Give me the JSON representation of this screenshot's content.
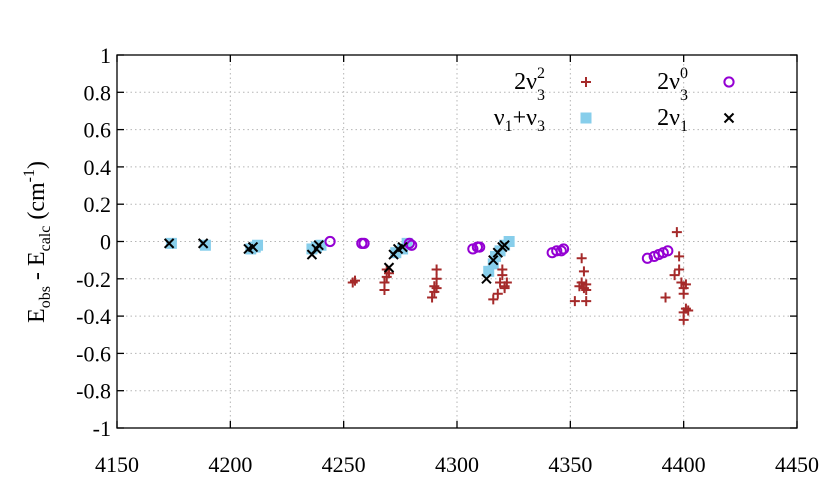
{
  "chart_data": {
    "type": "scatter",
    "title": "",
    "xlabel": "",
    "ylabel": "E_obs - E_calc (cm^-1)",
    "ylabel_parts": {
      "main": "E",
      "sub1": "obs",
      "dash": " - E",
      "sub2": "calc",
      "unit_open": " (cm",
      "unit_sup": "-1",
      "unit_close": ")"
    },
    "xlim": [
      4150,
      4450
    ],
    "ylim": [
      -1,
      1
    ],
    "xticks": [
      4150,
      4200,
      4250,
      4300,
      4350,
      4400,
      4450
    ],
    "yticks": [
      -1,
      -0.8,
      -0.6,
      -0.4,
      -0.2,
      0,
      0.2,
      0.4,
      0.6,
      0.8,
      1
    ],
    "xtick_labels": [
      "4150",
      "4200",
      "4250",
      "4300",
      "4350",
      "4400",
      "4450"
    ],
    "ytick_labels": [
      "-1",
      "-0.8",
      "-0.6",
      "-0.4",
      "-0.2",
      "0",
      "0.2",
      "0.4",
      "0.6",
      "0.8",
      "1"
    ],
    "grid": true,
    "legend_position": "top-right",
    "series": [
      {
        "name": "2ν3^2",
        "label_main": "2ν",
        "label_sub": "3",
        "label_sup": "2",
        "marker": "plus",
        "color": "#a52a2a",
        "points": [
          [
            4254,
            -0.22
          ],
          [
            4255,
            -0.21
          ],
          [
            4268,
            -0.26
          ],
          [
            4268,
            -0.22
          ],
          [
            4269,
            -0.19
          ],
          [
            4269,
            -0.15
          ],
          [
            4270,
            -0.17
          ],
          [
            4289,
            -0.3
          ],
          [
            4290,
            -0.27
          ],
          [
            4290,
            -0.24
          ],
          [
            4291,
            -0.2
          ],
          [
            4291,
            -0.15
          ],
          [
            4291,
            -0.25
          ],
          [
            4316,
            -0.31
          ],
          [
            4318,
            -0.28
          ],
          [
            4319,
            -0.22
          ],
          [
            4320,
            -0.18
          ],
          [
            4320,
            -0.15
          ],
          [
            4321,
            -0.25
          ],
          [
            4321,
            -0.24
          ],
          [
            4322,
            -0.22
          ],
          [
            4352,
            -0.32
          ],
          [
            4354,
            -0.24
          ],
          [
            4355,
            -0.09
          ],
          [
            4355,
            -0.22
          ],
          [
            4356,
            -0.16
          ],
          [
            4356,
            -0.25
          ],
          [
            4357,
            -0.26
          ],
          [
            4357,
            -0.32
          ],
          [
            4357,
            -0.23
          ],
          [
            4392,
            -0.3
          ],
          [
            4396,
            -0.18
          ],
          [
            4397,
            0.05
          ],
          [
            4398,
            -0.15
          ],
          [
            4398,
            -0.08
          ],
          [
            4399,
            -0.22
          ],
          [
            4400,
            -0.25
          ],
          [
            4400,
            -0.28
          ],
          [
            4400,
            -0.38
          ],
          [
            4400,
            -0.42
          ],
          [
            4401,
            -0.23
          ],
          [
            4401,
            -0.36
          ],
          [
            4402,
            -0.37
          ]
        ]
      },
      {
        "name": "2ν3^0",
        "label_main": "2ν",
        "label_sub": "3",
        "label_sup": "0",
        "marker": "circle",
        "color": "#9400d3",
        "points": [
          [
            4244,
            0.0
          ],
          [
            4258,
            -0.01
          ],
          [
            4259,
            -0.01
          ],
          [
            4279,
            -0.01
          ],
          [
            4280,
            -0.02
          ],
          [
            4307,
            -0.04
          ],
          [
            4309,
            -0.03
          ],
          [
            4310,
            -0.03
          ],
          [
            4342,
            -0.06
          ],
          [
            4344,
            -0.05
          ],
          [
            4346,
            -0.05
          ],
          [
            4347,
            -0.04
          ],
          [
            4384,
            -0.09
          ],
          [
            4387,
            -0.08
          ],
          [
            4389,
            -0.07
          ],
          [
            4391,
            -0.06
          ],
          [
            4393,
            -0.05
          ]
        ]
      },
      {
        "name": "ν1+ν3",
        "label_main": "ν",
        "label_sub": "1",
        "label_mid": "+ν",
        "label_sub2": "3",
        "marker": "square",
        "color": "#87ceeb",
        "points": [
          [
            4174,
            -0.01
          ],
          [
            4189,
            -0.02
          ],
          [
            4209,
            -0.04
          ],
          [
            4211,
            -0.03
          ],
          [
            4212,
            -0.02
          ],
          [
            4236,
            -0.04
          ],
          [
            4238,
            -0.03
          ],
          [
            4240,
            -0.02
          ],
          [
            4273,
            -0.06
          ],
          [
            4276,
            -0.04
          ],
          [
            4278,
            -0.01
          ],
          [
            4314,
            -0.16
          ],
          [
            4316,
            -0.12
          ],
          [
            4317,
            -0.08
          ],
          [
            4319,
            -0.05
          ],
          [
            4321,
            -0.02
          ],
          [
            4323,
            0.0
          ]
        ]
      },
      {
        "name": "2ν1",
        "label_main": "2ν",
        "label_sub": "1",
        "marker": "cross",
        "color": "#000000",
        "points": [
          [
            4173,
            -0.01
          ],
          [
            4188,
            -0.01
          ],
          [
            4208,
            -0.04
          ],
          [
            4210,
            -0.03
          ],
          [
            4236,
            -0.07
          ],
          [
            4238,
            -0.04
          ],
          [
            4239,
            -0.02
          ],
          [
            4270,
            -0.14
          ],
          [
            4272,
            -0.07
          ],
          [
            4274,
            -0.04
          ],
          [
            4276,
            -0.03
          ],
          [
            4313,
            -0.2
          ],
          [
            4316,
            -0.1
          ],
          [
            4318,
            -0.06
          ],
          [
            4320,
            -0.03
          ],
          [
            4321,
            -0.02
          ]
        ]
      }
    ]
  }
}
